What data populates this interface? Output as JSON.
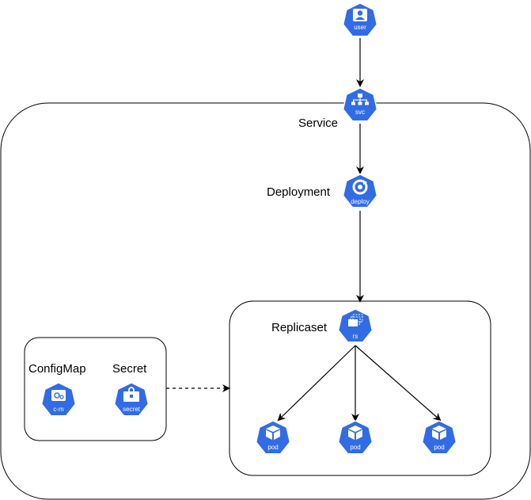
{
  "colors": {
    "k8s_blue": "#326CE5",
    "stroke": "#000000",
    "white": "#FFFFFF"
  },
  "nodes": {
    "user": {
      "icon_label": "user",
      "icon": "user-icon"
    },
    "svc": {
      "icon_label": "svc",
      "icon": "service-icon"
    },
    "deploy": {
      "icon_label": "deploy",
      "icon": "deployment-icon"
    },
    "rs": {
      "icon_label": "rs",
      "icon": "replicaset-icon"
    },
    "cm": {
      "icon_label": "c-m",
      "icon": "configmap-icon"
    },
    "secret": {
      "icon_label": "secret",
      "icon": "secret-icon"
    },
    "pod1": {
      "icon_label": "pod",
      "icon": "pod-icon"
    },
    "pod2": {
      "icon_label": "pod",
      "icon": "pod-icon"
    },
    "pod3": {
      "icon_label": "pod",
      "icon": "pod-icon"
    }
  },
  "labels": {
    "service": "Service",
    "deployment": "Deployment",
    "replicaset": "Replicaset",
    "configmap": "ConfigMap",
    "secret": "Secret"
  }
}
